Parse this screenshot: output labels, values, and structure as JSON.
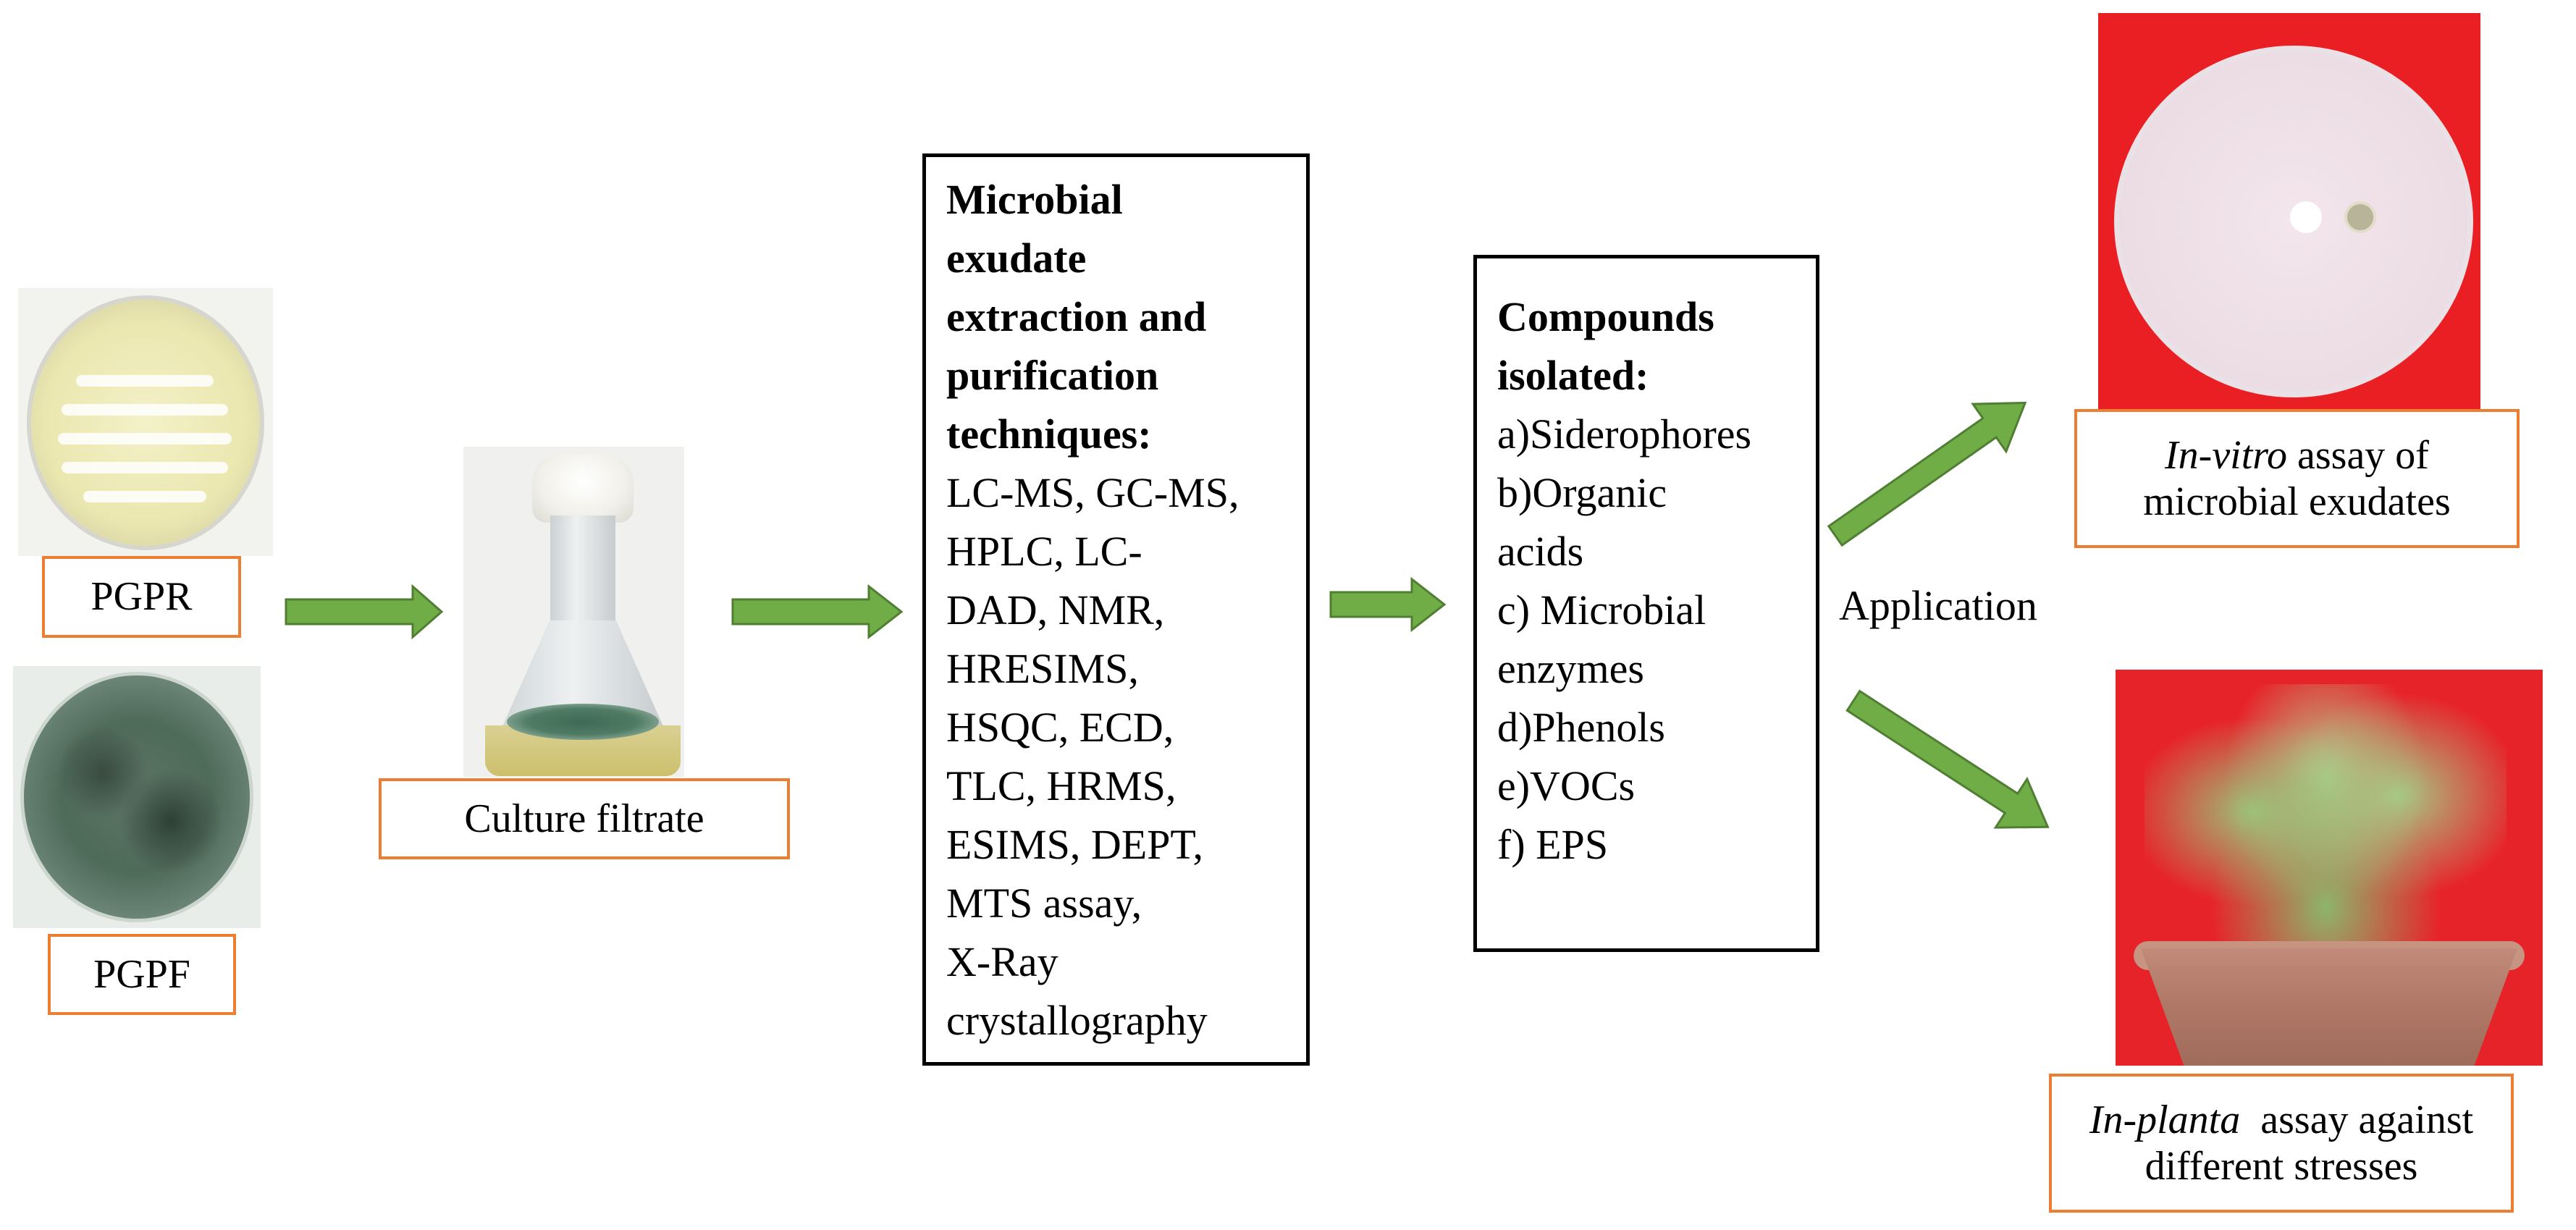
{
  "labels": {
    "pgpr": "PGPR",
    "pgpf": "PGPF",
    "culture_filtrate": "Culture filtrate",
    "application": "Application",
    "invitro_italic": "In-vitro",
    "invitro_line1_rest": " assay of",
    "invitro_line2": "microbial exudates",
    "inplanta_italic": "In-planta",
    "inplanta_line1_rest": "  assay against",
    "inplanta_line2": "different stresses"
  },
  "extraction_box": {
    "title_lines": [
      "Microbial",
      "exudate",
      "extraction and",
      "purification",
      "techniques:"
    ],
    "lines": [
      "LC-MS, GC-MS,",
      "HPLC, LC-",
      "DAD, NMR,",
      "HRESIMS,",
      "HSQC, ECD,",
      "TLC, HRMS,",
      "ESIMS, DEPT,",
      "MTS assay,",
      "X-Ray",
      "crystallography"
    ]
  },
  "compounds_box": {
    "title_lines": [
      "Compounds",
      "isolated:"
    ],
    "lines": [
      "a)Siderophores",
      "b)Organic",
      "acids",
      "c) Microbial",
      "enzymes",
      "d)Phenols",
      "e)VOCs",
      "f) EPS"
    ]
  },
  "colors": {
    "arrow_green": "#70AD47",
    "arrow_dark": "#507E32",
    "label_border": "#ED7D31",
    "box_border": "#000000"
  }
}
